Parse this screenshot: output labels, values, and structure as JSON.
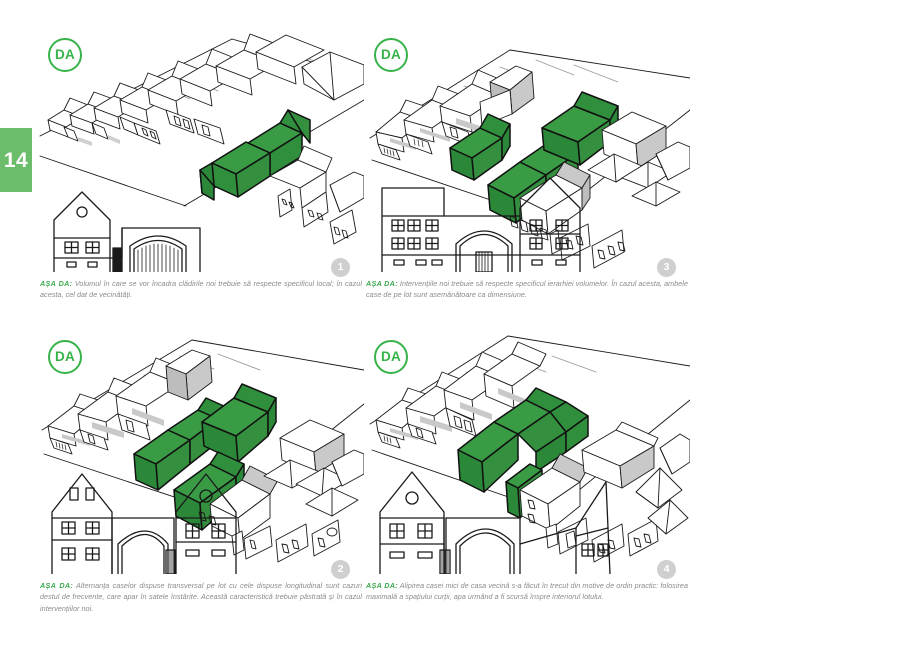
{
  "page": {
    "number": "14",
    "tab_color": "#6cbd6a",
    "accent_green": "#37b34a",
    "volume_green": "#3a9b45",
    "ink": "#1a1a1a"
  },
  "panels": [
    {
      "id": "top-left",
      "badge_label": "DA",
      "number": "1",
      "caption_lead": "AȘA DA:",
      "caption_text": " Volumul în care se vor încadra clădirile noi trebuie să respecte specificul local; în cazul acesta, cel dat de vecinătăți.",
      "illustration_name": "village-street-axonometric-single-green-volume"
    },
    {
      "id": "top-right",
      "badge_label": "DA",
      "number": "3",
      "caption_lead": "AȘA DA:",
      "caption_text": " Intervențiile noi trebuie să respecte specificul ierarhiei volumelor. În cazul acesta, ambele case de pe lot sunt asemănătoare ca dimensiune.",
      "illustration_name": "village-street-axonometric-two-green-volumes"
    },
    {
      "id": "bottom-left",
      "badge_label": "DA",
      "number": "2",
      "caption_lead": "AȘA DA:",
      "caption_text": " Alternanța caselor dispuse transversal pe lot cu cele dispuse longitudinal sunt cazuri destul de frecvente, care apar în satele înstărite. Această caracteristică trebuie păstrată și în cazul  intervențiilor noi.",
      "illustration_name": "village-street-axonometric-transverse-and-longitudinal-green-volumes"
    },
    {
      "id": "bottom-right",
      "badge_label": "DA",
      "number": "4",
      "caption_lead": "AȘA DA:",
      "caption_text": " Alipirea casei mici de casa vecină s-a făcut în trecut din motive de ordin practic: folosirea maximală a spațiului curții, apa urmând a fi  scursă înspre interiorul lotului.",
      "illustration_name": "village-street-axonometric-L-shaped-green-volume"
    }
  ]
}
